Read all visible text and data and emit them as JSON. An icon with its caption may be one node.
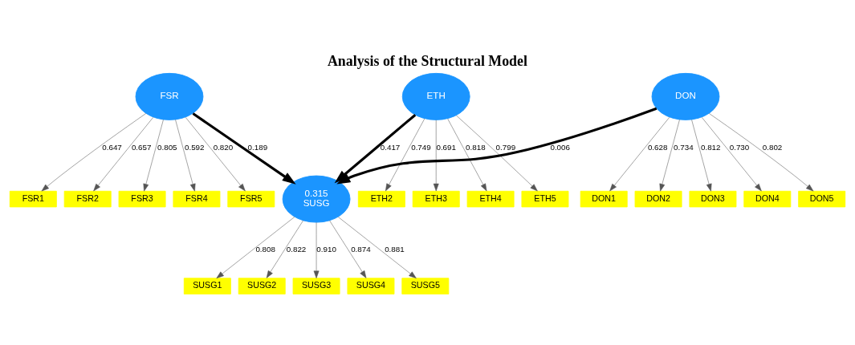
{
  "diagram": {
    "title": "Analysis of the Structural Model",
    "nodes": [
      {
        "text": [
          "FSR1"
        ]
      },
      {
        "text": [
          "FSR2"
        ]
      },
      {
        "text": [
          "FSR3"
        ]
      },
      {
        "text": [
          "FSR4"
        ]
      },
      {
        "text": [
          "FSR5"
        ]
      },
      {
        "text": [
          "FSR"
        ]
      },
      {
        "text": [
          "0.315",
          "SUSG"
        ]
      },
      {
        "text": [
          "SUSG1"
        ]
      },
      {
        "text": [
          "SUSG2"
        ]
      },
      {
        "text": [
          "SUSG3"
        ]
      },
      {
        "text": [
          "SUSG4"
        ]
      },
      {
        "text": [
          "SUSG5"
        ]
      },
      {
        "text": [
          "ETH2"
        ]
      },
      {
        "text": [
          "ETH3"
        ]
      },
      {
        "text": [
          "ETH4"
        ]
      },
      {
        "text": [
          "ETH5"
        ]
      },
      {
        "text": [
          "ETH"
        ]
      },
      {
        "text": [
          "DON"
        ]
      },
      {
        "text": [
          "DON1"
        ]
      },
      {
        "text": [
          "DON2"
        ]
      },
      {
        "text": [
          "DON3"
        ]
      },
      {
        "text": [
          "DON4"
        ]
      },
      {
        "text": [
          "DON5"
        ]
      }
    ],
    "edges": [
      {
        "from": 5,
        "to": 0,
        "arrow": "to",
        "label": "0.647"
      },
      {
        "from": 5,
        "to": 1,
        "arrow": "to",
        "label": "0.657"
      },
      {
        "from": 5,
        "to": 2,
        "arrow": "to",
        "label": "0.805"
      },
      {
        "from": 5,
        "to": 3,
        "arrow": "to",
        "label": "0.592"
      },
      {
        "from": 5,
        "to": 4,
        "arrow": "to",
        "label": "0.820"
      },
      {
        "from": 5,
        "to": 6,
        "arrow": "to",
        "label": "0.189",
        "style": "thick"
      },
      {
        "from": 6,
        "to": 7,
        "arrow": "to",
        "label": "0.808"
      },
      {
        "from": 6,
        "to": 8,
        "arrow": "to",
        "label": "0.822"
      },
      {
        "from": 6,
        "to": 9,
        "arrow": "to",
        "label": "0.910"
      },
      {
        "from": 6,
        "to": 10,
        "arrow": "to",
        "label": "0.874"
      },
      {
        "from": 6,
        "to": 11,
        "arrow": "to",
        "label": "0.881"
      },
      {
        "from": 16,
        "to": 6,
        "arrow": "to",
        "label": "0.417",
        "style": "thick"
      },
      {
        "from": 16,
        "to": 12,
        "arrow": "to",
        "label": "0.749"
      },
      {
        "from": 16,
        "to": 13,
        "arrow": "to",
        "label": "0.691"
      },
      {
        "from": 16,
        "to": 14,
        "arrow": "to",
        "label": "0.818"
      },
      {
        "from": 16,
        "to": 15,
        "arrow": "to",
        "label": "0.799"
      },
      {
        "from": 17,
        "to": 6,
        "arrow": "to",
        "label": "0.006",
        "style": "thick"
      },
      {
        "from": 17,
        "to": 18,
        "arrow": "to",
        "label": "0.628"
      },
      {
        "from": 17,
        "to": 19,
        "arrow": "to",
        "label": "0.734"
      },
      {
        "from": 17,
        "to": 20,
        "arrow": "to",
        "label": "0.812"
      },
      {
        "from": 17,
        "to": 21,
        "arrow": "to",
        "label": "0.730"
      },
      {
        "from": 17,
        "to": 22,
        "arrow": "to",
        "label": "0.802"
      }
    ]
  }
}
